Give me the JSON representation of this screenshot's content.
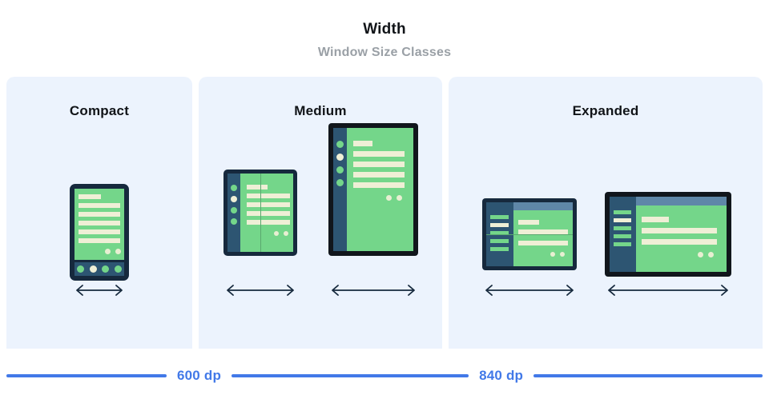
{
  "header": {
    "title": "Width",
    "subtitle": "Window Size Classes"
  },
  "panels": [
    {
      "id": "compact",
      "title": "Compact"
    },
    {
      "id": "medium",
      "title": "Medium"
    },
    {
      "id": "expanded",
      "title": "Expanded"
    }
  ],
  "legend": {
    "breakpoints": [
      {
        "label": "600 dp"
      },
      {
        "label": "840 dp"
      }
    ]
  },
  "devices": {
    "phone": {
      "name": "phone-portrait"
    },
    "foldable_closed": {
      "name": "foldable-portrait"
    },
    "tablet_portrait": {
      "name": "tablet-portrait"
    },
    "foldable_open": {
      "name": "foldable-landscape"
    },
    "tablet_landscape": {
      "name": "tablet-landscape"
    }
  },
  "colors": {
    "panel_bg": "#ecf3fd",
    "screen_green": "#74d68a",
    "content_cream": "#efefd6",
    "frame_navy": "#16293d",
    "frame_black": "#11161c",
    "rail_navy": "#2d5572",
    "topbar_blue": "#5f87a8",
    "accent_blue": "#4279e8",
    "title_text": "#111418",
    "subtitle_text": "#9aa0a6"
  }
}
